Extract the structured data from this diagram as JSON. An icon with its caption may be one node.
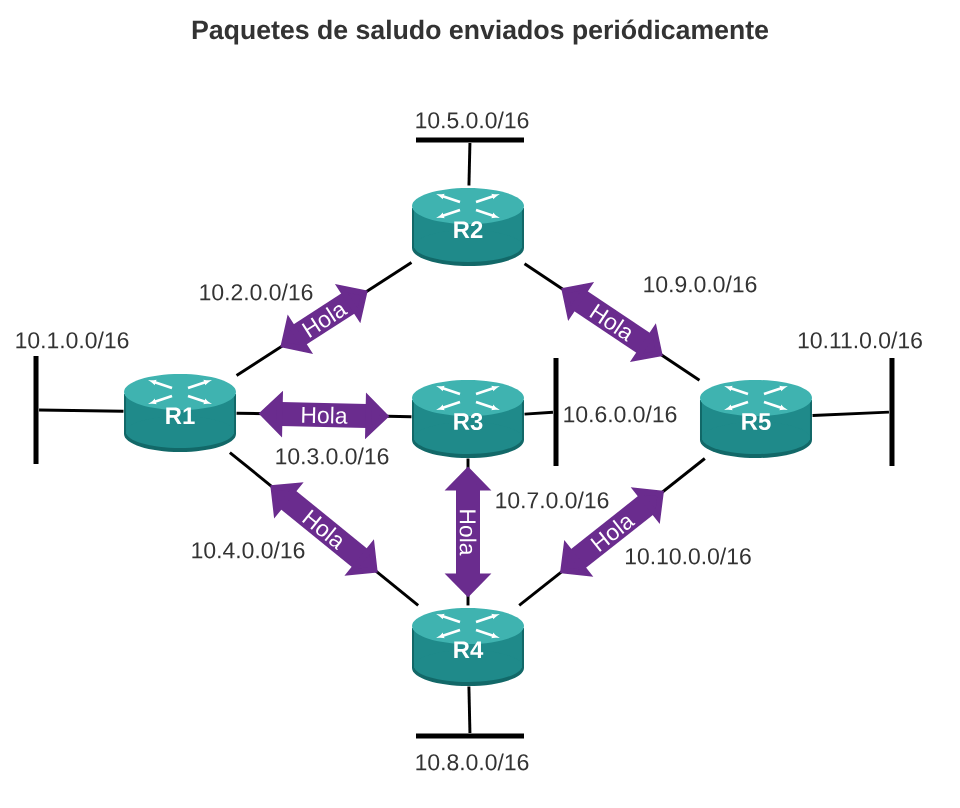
{
  "diagram": {
    "title": "Paquetes de saludo enviados periódicamente",
    "nodes": [
      {
        "text": [
          "R2"
        ]
      },
      {
        "text": [
          "R1"
        ]
      },
      {
        "text": [
          "R3"
        ]
      },
      {
        "text": [
          "R5"
        ]
      },
      {
        "text": [
          "R4"
        ]
      },
      {
        "text": [
          "10.5.0.0/16"
        ]
      },
      {
        "text": [
          "10.1.0.0/16"
        ]
      },
      {
        "text": [
          "10.11.0.0/16"
        ]
      },
      {
        "text": [
          "10.6.0.0/16"
        ]
      },
      {
        "text": [
          "10.8.0.0/16"
        ]
      }
    ],
    "edges": [
      {
        "from": 0,
        "to": 5,
        "arrow": "none"
      },
      {
        "from": 1,
        "to": 6,
        "arrow": "none"
      },
      {
        "from": 3,
        "to": 7,
        "arrow": "none"
      },
      {
        "from": 2,
        "to": 8,
        "arrow": "none"
      },
      {
        "from": 4,
        "to": 9,
        "arrow": "none"
      },
      {
        "from": 1,
        "to": 0,
        "arrow": "none",
        "label": "10.2.0.0/16"
      },
      {
        "from": 0,
        "to": 3,
        "arrow": "none",
        "label": "10.9.0.0/16"
      },
      {
        "from": 1,
        "to": 2,
        "arrow": "none",
        "label": "10.3.0.0/16"
      },
      {
        "from": 1,
        "to": 4,
        "arrow": "none",
        "label": "10.4.0.0/16"
      },
      {
        "from": 2,
        "to": 4,
        "arrow": "none",
        "label": "10.7.0.0/16"
      },
      {
        "from": 4,
        "to": 3,
        "arrow": "none",
        "label": "10.10.0.0/16"
      },
      {
        "from": 1,
        "to": 0,
        "arrow": "both",
        "label": "Hola",
        "style": "thick",
        "color": "#6a2c8e"
      },
      {
        "from": 0,
        "to": 3,
        "arrow": "both",
        "label": "Hola",
        "style": "thick",
        "color": "#6a2c8e"
      },
      {
        "from": 1,
        "to": 2,
        "arrow": "both",
        "label": "Hola",
        "style": "thick",
        "color": "#6a2c8e"
      },
      {
        "from": 1,
        "to": 4,
        "arrow": "both",
        "label": "Hola",
        "style": "thick",
        "color": "#6a2c8e"
      },
      {
        "from": 2,
        "to": 4,
        "arrow": "both",
        "label": "Hola",
        "style": "thick",
        "color": "#6a2c8e"
      },
      {
        "from": 4,
        "to": 3,
        "arrow": "both",
        "label": "Hola",
        "style": "thick",
        "color": "#6a2c8e"
      }
    ]
  }
}
